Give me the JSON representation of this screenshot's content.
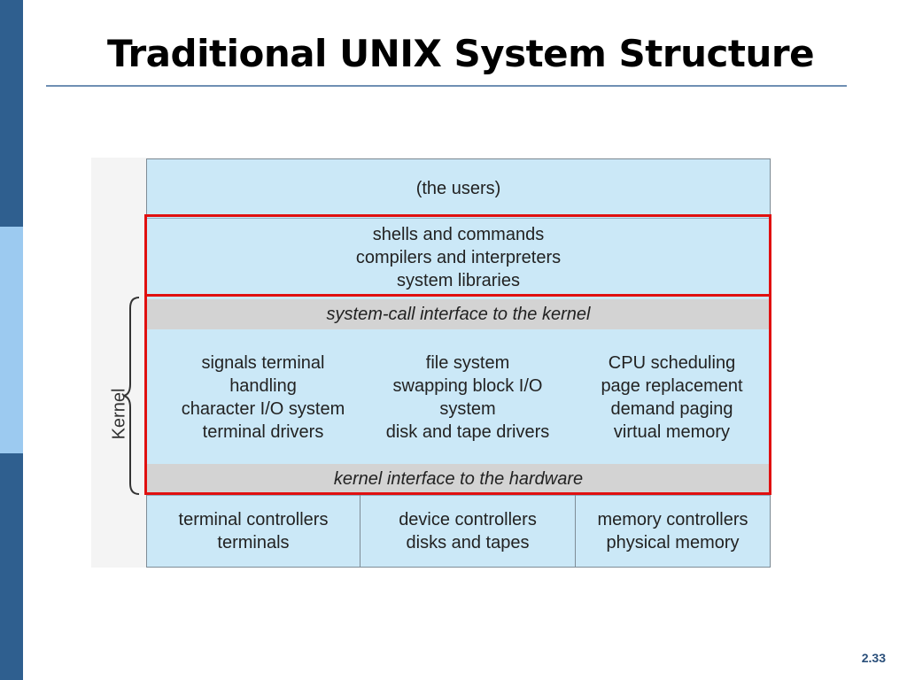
{
  "slide": {
    "title": "Traditional UNIX System Structure",
    "page_number": "2.33"
  },
  "diagram": {
    "kernel_label": "Kernel",
    "users": "(the users)",
    "shells": [
      "shells and commands",
      "compilers and interpreters",
      "system libraries"
    ],
    "syscall_interface": "system-call interface to the kernel",
    "kernel_columns": [
      [
        "signals terminal",
        "handling",
        "character I/O system",
        "terminal drivers"
      ],
      [
        "file system",
        "swapping block I/O",
        "system",
        "disk and tape drivers"
      ],
      [
        "CPU scheduling",
        "page replacement",
        "demand paging",
        "virtual memory"
      ]
    ],
    "hardware_interface": "kernel interface to the hardware",
    "controllers": [
      [
        "terminal controllers",
        "terminals"
      ],
      [
        "device controllers",
        "disks and tapes"
      ],
      [
        "memory controllers",
        "physical memory"
      ]
    ]
  },
  "colors": {
    "sidebar_dark": "#2f5f8f",
    "sidebar_light": "#9ccaf0",
    "layer_fill": "#cbe8f7",
    "interface_fill": "#d3d3d3",
    "highlight": "#e01010"
  }
}
